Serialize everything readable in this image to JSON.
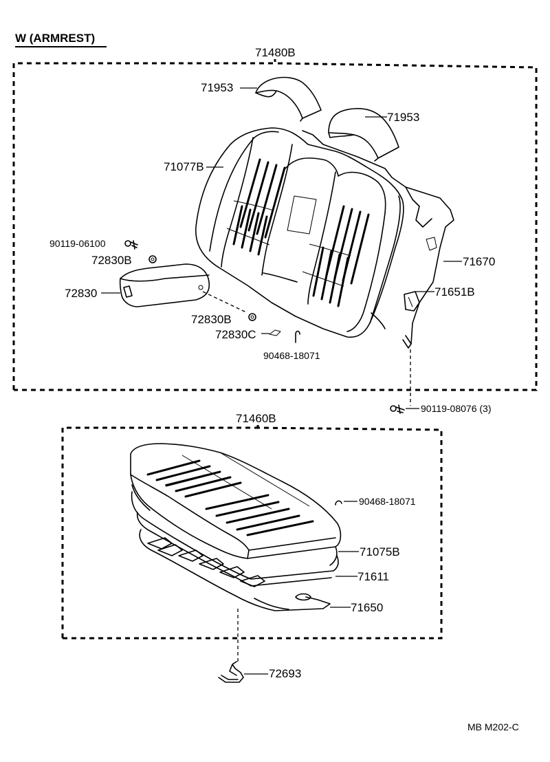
{
  "header": {
    "title": "W  (ARMREST)"
  },
  "footer": {
    "code": "MB  M202-C"
  },
  "parts": {
    "seatback_assy": "71480B",
    "headrest_left": "71953",
    "headrest_right": "71953",
    "seatback_cover": "71077B",
    "screw_armrest": "90119-06100",
    "bushing_upper": "72830B",
    "armrest": "72830",
    "bushing_lower": "72830B",
    "armrest_clip": "72830C",
    "hog_ring_back": "90468-18071",
    "back_frame": "71670",
    "back_pad": "71651B",
    "bolt_back": "90119-08076 (3)",
    "cushion_assy": "71460B",
    "hog_ring_cushion": "90468-18071",
    "cushion_cover": "71075B",
    "cushion_pad": "71611",
    "cushion_frame": "71650",
    "cushion_hook": "72693"
  }
}
